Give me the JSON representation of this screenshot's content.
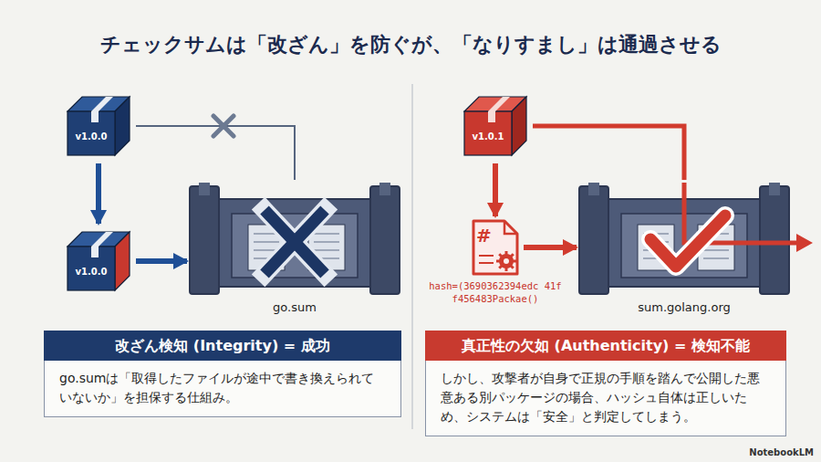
{
  "diagram": {
    "title": "チェックサムは「改ざん」を防ぐが、「なりすまし」は通過させる",
    "nodes": [
      {
        "text": [
          "v1.0.0"
        ]
      },
      {
        "text": [
          "v1.0.0"
        ]
      },
      {
        "text": [
          "go.sum"
        ]
      },
      {
        "text": [
          "改ざん検知 (Integrity) = 成功",
          "go.sumは「取得したファイルが途中で書き換えられていないか」を担保する仕組み。"
        ]
      },
      {
        "text": [
          "v1.0.1"
        ]
      },
      {
        "text": [
          "#",
          "hash=(3690362394edc 41ff456483Packae()"
        ]
      },
      {
        "text": [
          "sum.golang.org"
        ]
      },
      {
        "text": [
          "真正性の欠如 (Authenticity) = 検知不能",
          "しかし、攻撃者が自身で正規の手順を踏んで公開した悪意ある別パッケージの場合、ハッシュ自体は正しいため、システムは「安全」と判定してしまう。"
        ]
      }
    ],
    "edges": [
      {
        "from": 0,
        "to": 1,
        "arrow": "to"
      },
      {
        "from": 1,
        "to": 2,
        "arrow": "to"
      },
      {
        "from": 0,
        "to": 2,
        "arrow": "none"
      },
      {
        "from": 4,
        "to": 5,
        "arrow": "to"
      },
      {
        "from": 5,
        "to": 6,
        "arrow": "to"
      },
      {
        "from": 4,
        "to": 6,
        "arrow": "none"
      }
    ],
    "labels": [
      "NotebookLM"
    ]
  }
}
